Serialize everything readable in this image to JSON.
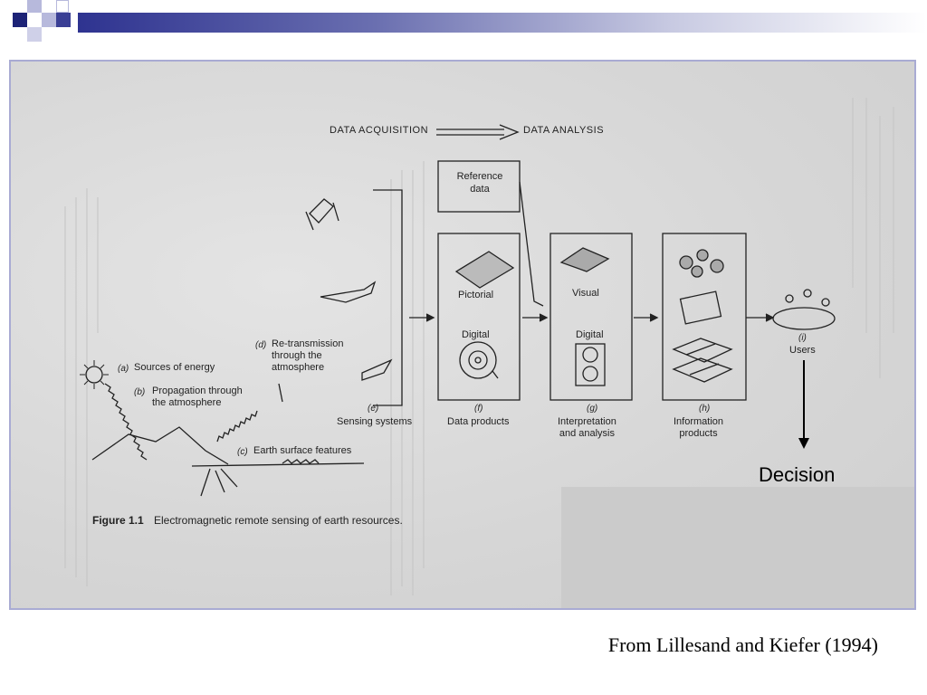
{
  "diagram": {
    "header_left": "DATA ACQUISITION",
    "header_right": "DATA ANALYSIS",
    "reference_data": "Reference\ndata",
    "pictorial_f": "Pictorial",
    "digital_f": "Digital",
    "visual_g": "Visual",
    "digital_g": "Digital",
    "label_a_letter": "(a)",
    "label_a": "Sources of energy",
    "label_b_letter": "(b)",
    "label_b": "Propagation through\nthe atmosphere",
    "label_c_letter": "(c)",
    "label_c": "Earth surface features",
    "label_d_letter": "(d)",
    "label_d": "Re-transmission\nthrough the\natmosphere",
    "label_e_letter": "(e)",
    "label_e": "Sensing systems",
    "label_f_letter": "(f)",
    "label_f": "Data products",
    "label_g_letter": "(g)",
    "label_g": "Interpretation\nand analysis",
    "label_h_letter": "(h)",
    "label_h": "Information\nproducts",
    "label_i_letter": "(i)",
    "label_i": "Users",
    "figure_label": "Figure 1.1",
    "figure_caption": "Electromagnetic remote sensing of earth resources."
  },
  "decision_label": "Decision",
  "source_citation": "From Lillesand and Kiefer (1994)",
  "colors": {
    "accent_dark": "#1d2377",
    "accent_light": "#a9abd3",
    "frame_border": "#a9abd3"
  }
}
